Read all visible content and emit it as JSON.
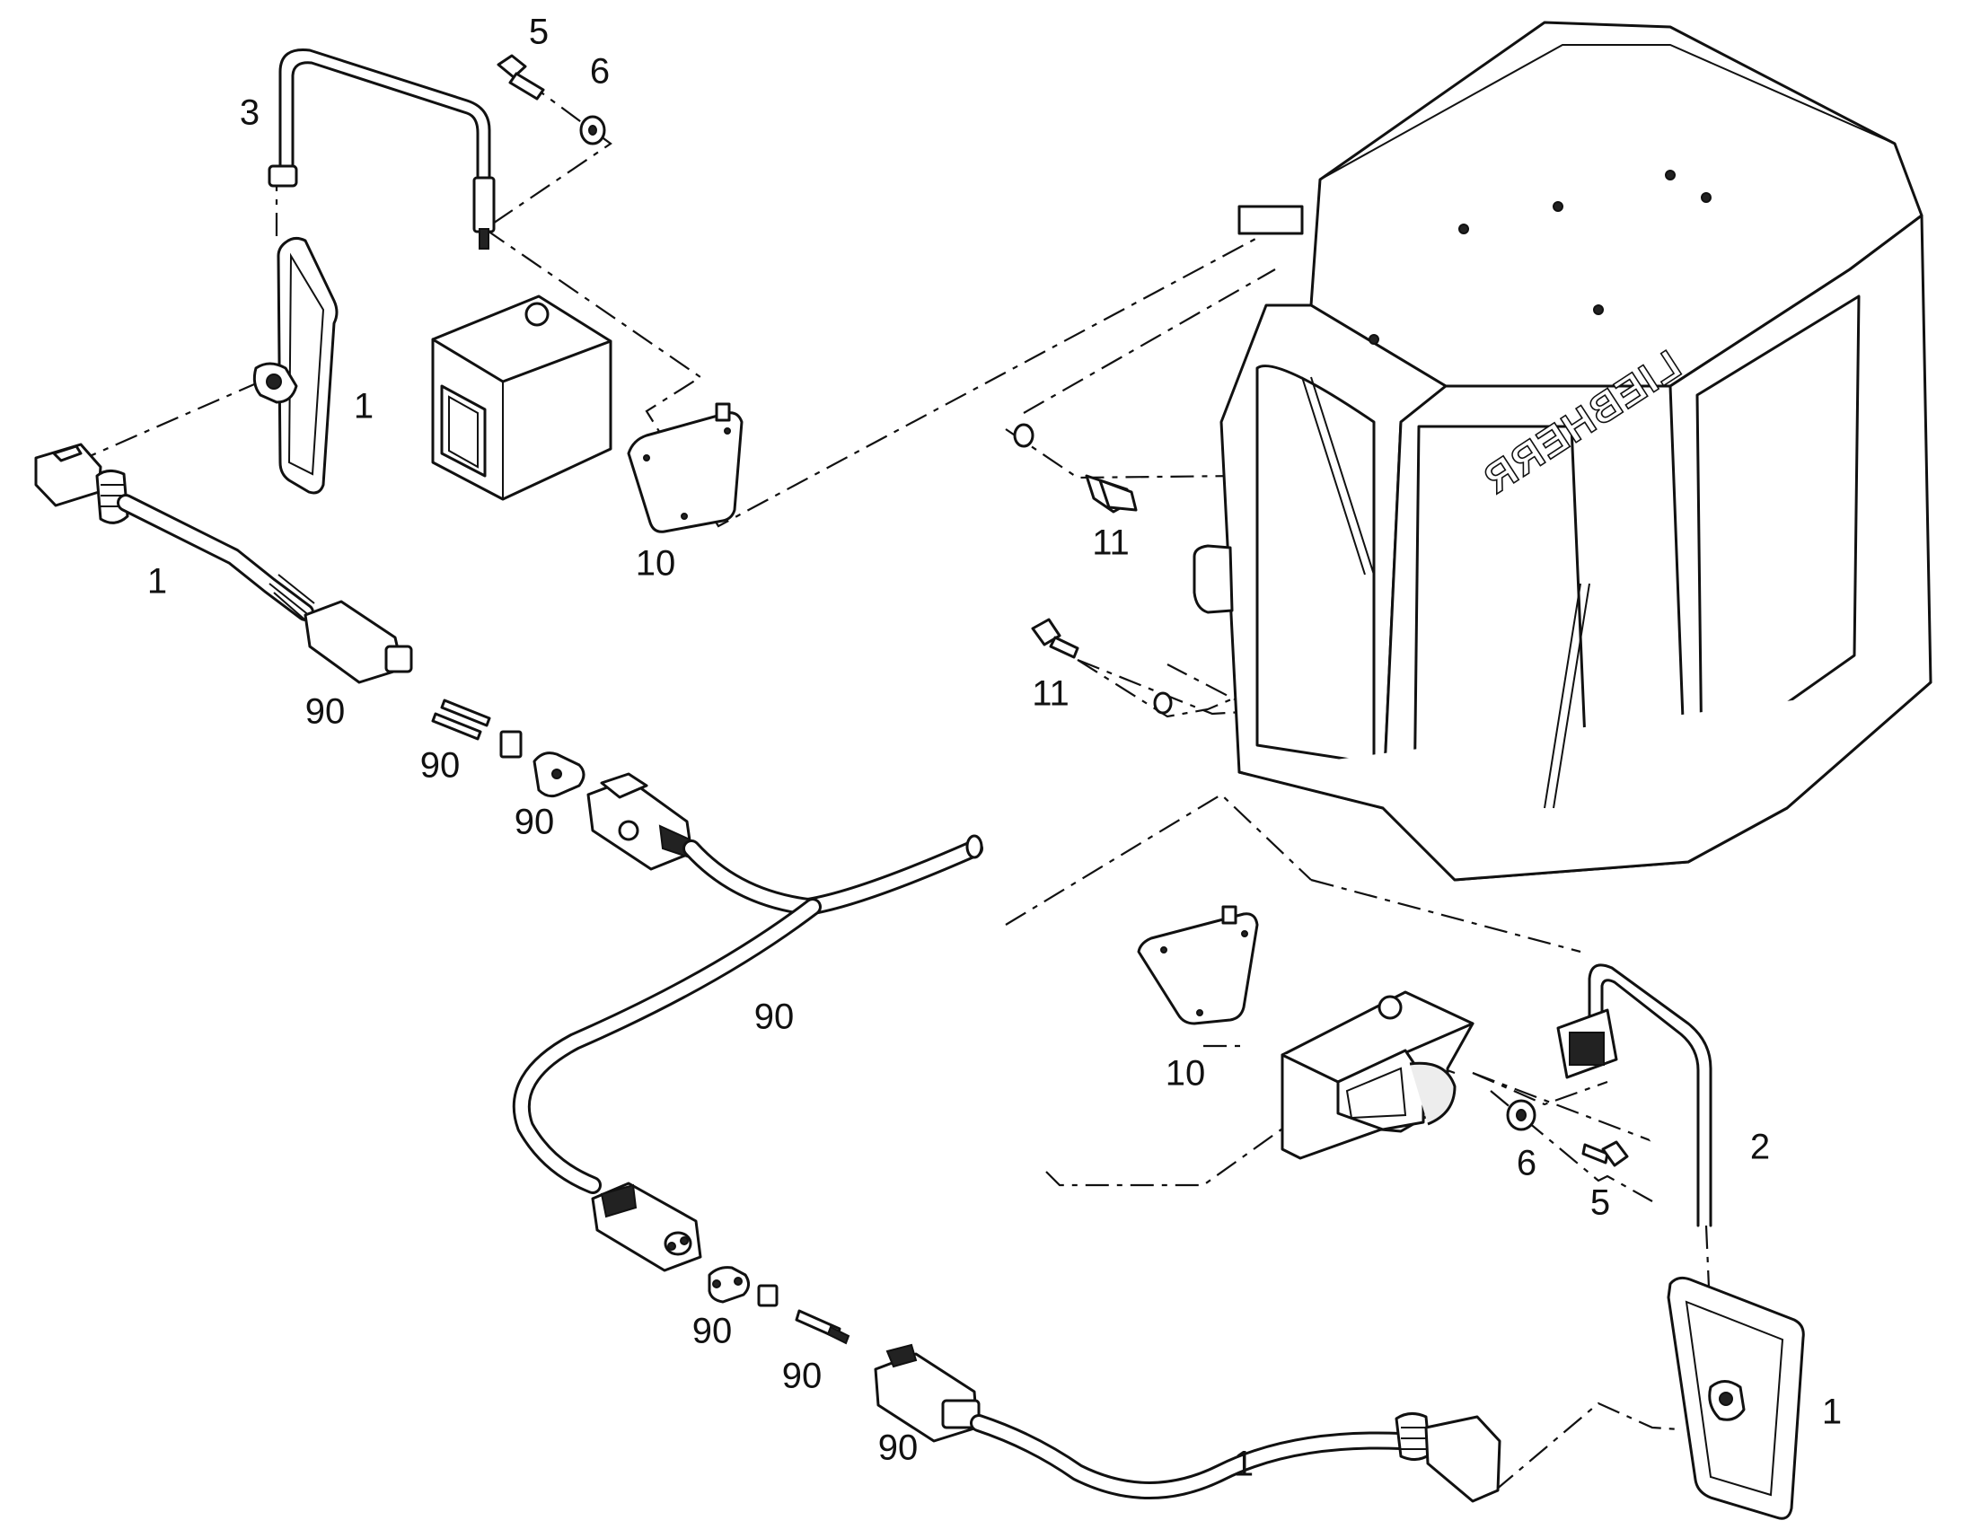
{
  "diagram": {
    "type": "exploded-parts-view",
    "cab_brand": "LIEBHERR",
    "callouts": [
      {
        "id": "c-3",
        "part": "left-mirror-arm",
        "label": "3"
      },
      {
        "id": "c-5-top",
        "part": "bolt",
        "label": "5"
      },
      {
        "id": "c-6-top",
        "part": "washer",
        "label": "6"
      },
      {
        "id": "c-1-mirror-left",
        "part": "mirror",
        "label": "1"
      },
      {
        "id": "c-1-cable-left",
        "part": "mirror-cable",
        "label": "1"
      },
      {
        "id": "c-10-left",
        "part": "mounting-plate",
        "label": "10"
      },
      {
        "id": "c-11-upper",
        "part": "bolt",
        "label": "11"
      },
      {
        "id": "c-11-lower",
        "part": "bolt",
        "label": "11"
      },
      {
        "id": "c-90-a",
        "part": "connector-housing",
        "label": "90"
      },
      {
        "id": "c-90-b",
        "part": "contact-pins",
        "label": "90"
      },
      {
        "id": "c-90-c",
        "part": "seal-plate",
        "label": "90"
      },
      {
        "id": "c-90-harness",
        "part": "wiring-harness",
        "label": "90"
      },
      {
        "id": "c-10-right",
        "part": "mounting-plate",
        "label": "10"
      },
      {
        "id": "c-6-right",
        "part": "washer",
        "label": "6"
      },
      {
        "id": "c-5-right",
        "part": "bolt",
        "label": "5"
      },
      {
        "id": "c-2",
        "part": "right-mirror-arm",
        "label": "2"
      },
      {
        "id": "c-90-d",
        "part": "seal-plate",
        "label": "90"
      },
      {
        "id": "c-90-e",
        "part": "contact-pins",
        "label": "90"
      },
      {
        "id": "c-90-f",
        "part": "connector-housing",
        "label": "90"
      },
      {
        "id": "c-1-cable-right",
        "part": "mirror-cable",
        "label": "1"
      },
      {
        "id": "c-1-mirror-right",
        "part": "mirror",
        "label": "1"
      }
    ]
  }
}
